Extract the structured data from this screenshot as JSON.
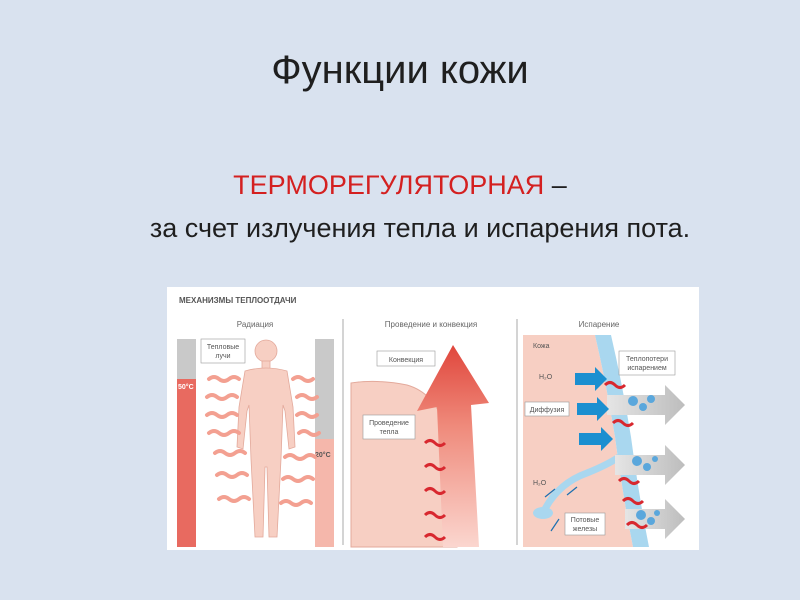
{
  "slide": {
    "title": "Функции кожи",
    "subtitle_highlight": "ТЕРМОРЕГУЛЯТОРНАЯ",
    "subtitle_dash": " –",
    "subtitle_text": "за счет излучения тепла и испарения пота."
  },
  "figure": {
    "heading": "МЕХАНИЗМЫ ТЕПЛООТДАЧИ",
    "panels": {
      "radiation": {
        "title": "Радиация",
        "label_rays": [
          "Тепловые",
          "лучи"
        ],
        "temp_hot": "50°C",
        "temp_cool": "20°C"
      },
      "convection": {
        "title": "Проведение и конвекция",
        "label_convection": "Конвекция",
        "label_conduction": [
          "Проведение",
          "тепла"
        ]
      },
      "evaporation": {
        "title": "Испарение",
        "label_skin": "Кожа",
        "label_water1": "H₂O",
        "label_diffusion": "Диффузия",
        "label_loss": [
          "Теплопотери",
          "испарением"
        ],
        "label_water2": "H₂O",
        "label_glands": [
          "Потовые",
          "железы"
        ]
      }
    },
    "colors": {
      "skin": "#f7cfc3",
      "red": "#d8282f",
      "blue": "#1b8fd0",
      "light_blue": "#a9d7ef",
      "gray": "#c9c9c9"
    }
  }
}
